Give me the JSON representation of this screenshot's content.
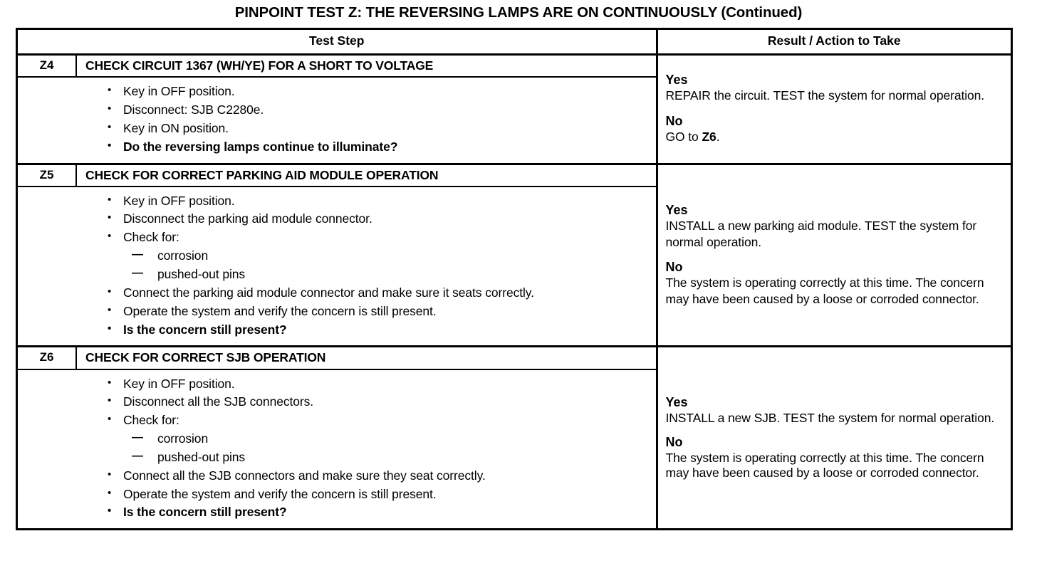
{
  "document": {
    "title": "PINPOINT TEST  Z: THE REVERSING LAMPS ARE ON CONTINUOUSLY (Continued)"
  },
  "table": {
    "headers": {
      "step": "Test Step",
      "result": "Result / Action to Take"
    },
    "sections": [
      {
        "id": "Z4",
        "title": "CHECK CIRCUIT 1367 (WH/YE) FOR A SHORT TO VOLTAGE",
        "steps": [
          "Key in OFF position.",
          "Disconnect: SJB C2280e.",
          "Key in ON position.",
          "Do the reversing lamps continue to illuminate?"
        ],
        "results": {
          "yes_label": "Yes",
          "yes_text": "REPAIR the circuit. TEST the system for normal operation.",
          "no_label": "No",
          "no_text_pre": "GO to ",
          "no_text_bold": "Z6",
          "no_text_post": "."
        }
      },
      {
        "id": "Z5",
        "title": "CHECK FOR CORRECT PARKING AID MODULE OPERATION",
        "steps": [
          "Key in OFF position.",
          "Disconnect the parking aid module connector.",
          "Check for:",
          "corrosion",
          "pushed-out pins",
          "Connect the parking aid module connector and make sure it seats correctly.",
          "Operate the system and verify the concern is still present.",
          "Is the concern still present?"
        ],
        "results": {
          "yes_label": "Yes",
          "yes_text": "INSTALL a new parking aid module. TEST the system for normal operation.",
          "no_label": "No",
          "no_text": "The system is operating correctly at this time. The concern may have been caused by a loose or corroded connector."
        }
      },
      {
        "id": "Z6",
        "title": "CHECK FOR CORRECT SJB OPERATION",
        "steps": [
          "Key in OFF position.",
          "Disconnect all the SJB connectors.",
          "Check for:",
          "corrosion",
          "pushed-out pins",
          "Connect all the SJB connectors and make sure they seat correctly.",
          "Operate the system and verify the concern is still present.",
          "Is the concern still present?"
        ],
        "results": {
          "yes_label": "Yes",
          "yes_text": "INSTALL a new SJB. TEST the system for normal operation.",
          "no_label": "No",
          "no_text": "The system is operating correctly at this time. The concern may have been caused by a loose or corroded connector."
        }
      }
    ]
  },
  "colors": {
    "page_background": "#ffffff",
    "text": "#000000",
    "border": "#000000"
  }
}
